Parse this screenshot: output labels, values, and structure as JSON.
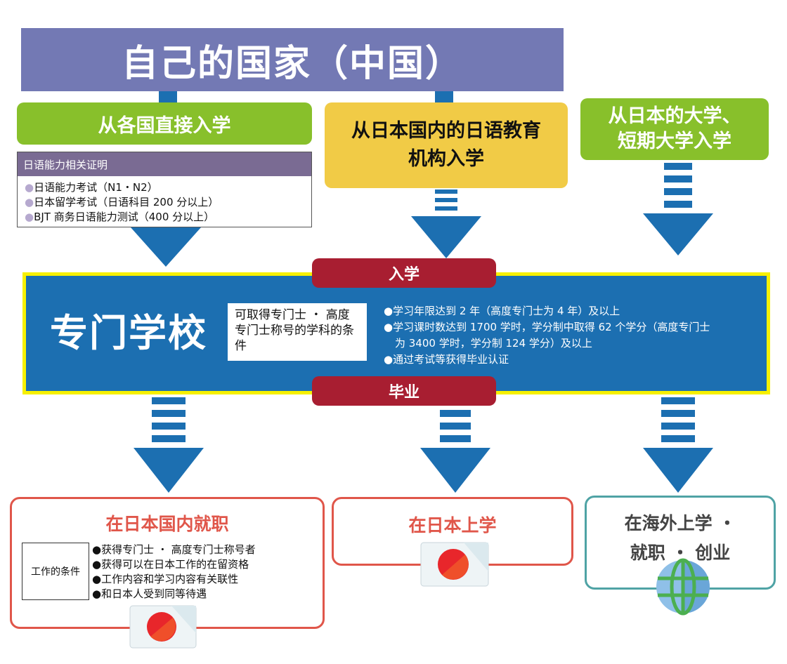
{
  "header": {
    "title": "自己的国家（中国）"
  },
  "paths": {
    "direct": {
      "label": "从各国直接入学"
    },
    "japanese_school": {
      "label_line1": "从日本国内的日语教育",
      "label_line2": "机构入学"
    },
    "university": {
      "label_line1": "从日本的大学、",
      "label_line2": "短期大学入学"
    }
  },
  "language_card": {
    "title": "日语能力相关证明",
    "items": [
      "日语能力考试（N1・N2）",
      "日本留学考试（日语科目 200 分以上）",
      "BJT 商务日语能力测试（400 分以上）"
    ]
  },
  "school": {
    "enter_label": "入学",
    "graduate_label": "毕业",
    "title": "专门学校",
    "condition_label": "可取得专门士 ・ 高度专门士称号的学科的条件",
    "conditions": [
      "●学习年限达到 2 年（高度专门士为 4 年）及以上",
      "●学习课时数达到 1700 学时，学分制中取得 62 个学分（高度专门士",
      "为 3400 学时，学分制 124 学分）及以上",
      "●通过考试等获得毕业认证"
    ]
  },
  "outcomes": {
    "work_japan": {
      "title": "在日本国内就职",
      "condition_label": "工作的条件",
      "conditions": [
        "●获得专门士 ・ 高度专门士称号者",
        "●获得可以在日本工作的在留资格",
        "●工作内容和学习内容有关联性",
        "●和日本人受到同等待遇"
      ]
    },
    "study_japan": {
      "title": "在日本上学"
    },
    "overseas": {
      "title_line1": "在海外上学 ・",
      "title_line2": "就职 ・ 创业"
    }
  },
  "icons": {
    "japan_flag_1": "japan-flag-icon",
    "japan_flag_2": "japan-flag-icon",
    "globe": "globe-icon"
  },
  "colors": {
    "banner": "#7379b4",
    "green": "#88c02b",
    "yellow": "#f1cb46",
    "blue": "#1c6fb1",
    "red": "#a81e31",
    "outcome_red": "#e0564a",
    "outcome_teal": "#4fa3a5"
  }
}
